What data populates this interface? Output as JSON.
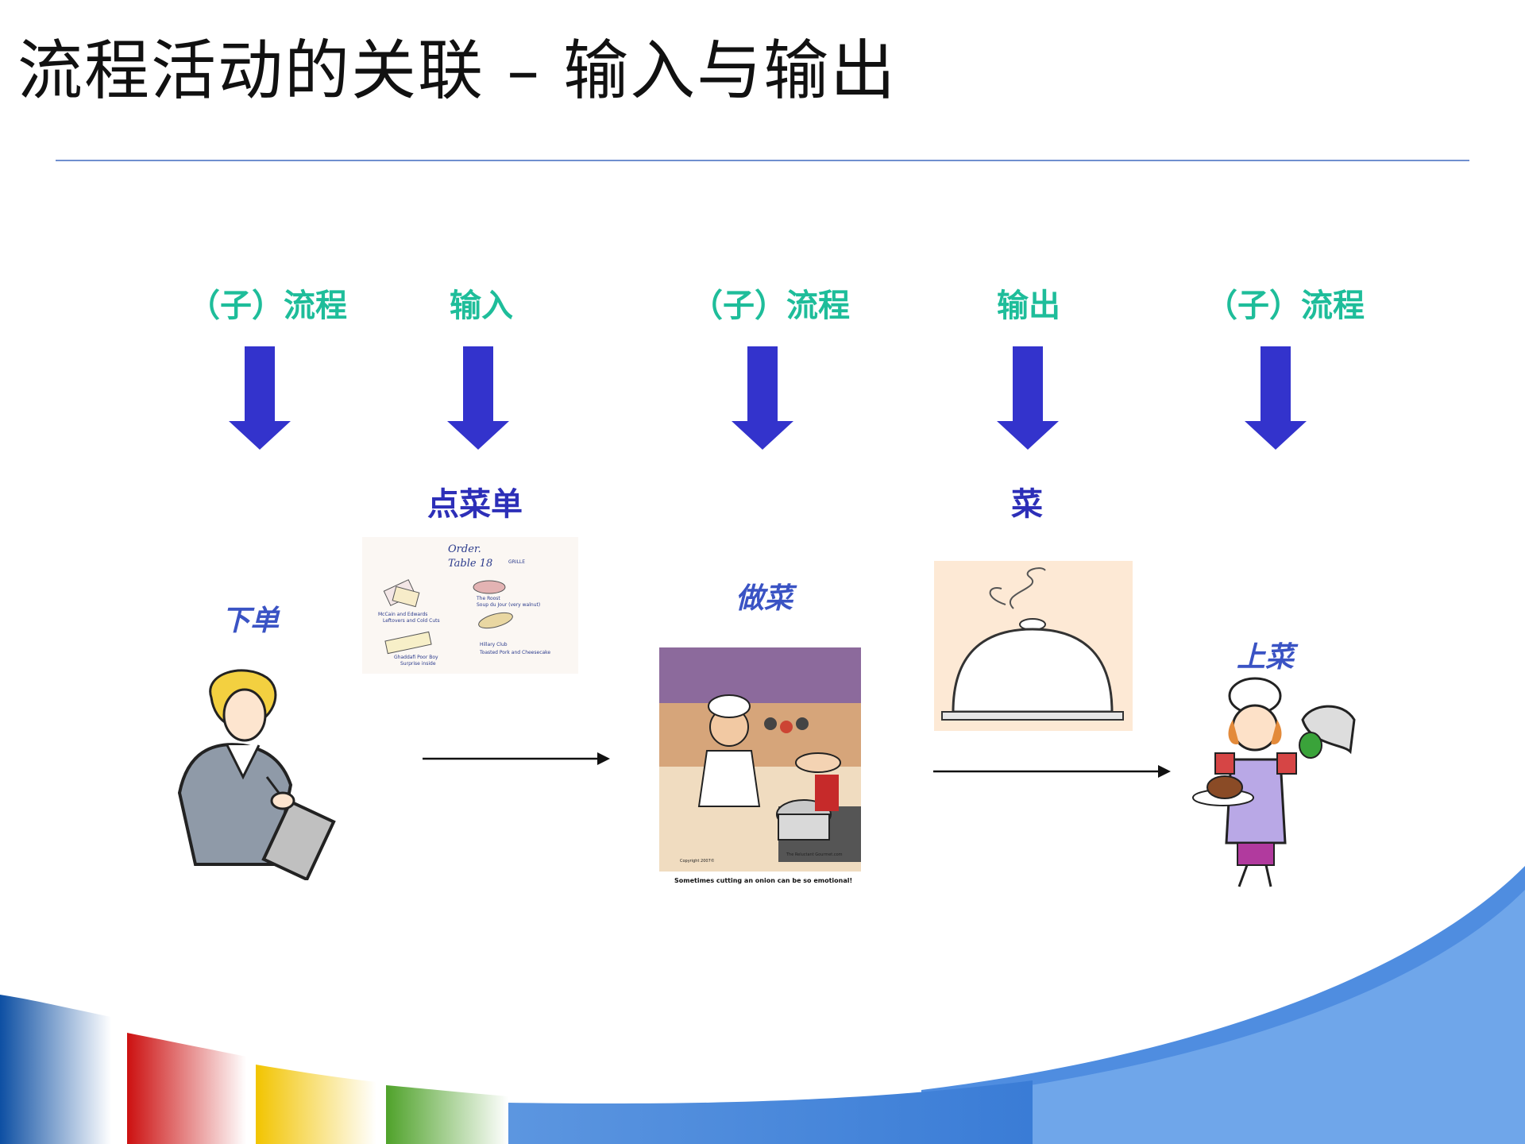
{
  "title": "流程活动的关联 – 输入与输出",
  "columns": [
    {
      "id": "process-1",
      "label": "（子）流程"
    },
    {
      "id": "input",
      "label": "输入",
      "item": "点菜单"
    },
    {
      "id": "process-2",
      "label": "（子）流程"
    },
    {
      "id": "output",
      "label": "输出",
      "item": "菜"
    },
    {
      "id": "process-3",
      "label": "（子）流程"
    }
  ],
  "steps": {
    "order": "下单",
    "cook": "做菜",
    "serve": "上菜"
  },
  "order_pad": {
    "heading": "Order.",
    "table": "Table 18",
    "tag": "GRILLE",
    "lines": [
      "The Roost",
      "Soup du Jour (very walnut)",
      "McCain and Edwards",
      "Leftovers and Cold Cuts",
      "Hillary Club",
      "Toasted Pork and Cheesecake",
      "Ghaddafi Poor Boy",
      "Surprise inside"
    ]
  },
  "cartoon": {
    "caption": "Sometimes cutting an onion can be so emotional!",
    "credit": "Copyright 2007©",
    "site": "The Reluctant Gourmet.com"
  },
  "colors": {
    "label_green": "#1ebd9a",
    "label_blue": "#2d2fb8",
    "arrow": "#3333cc",
    "step_blue": "#3a53c4",
    "rule": "#6f8fcf"
  }
}
